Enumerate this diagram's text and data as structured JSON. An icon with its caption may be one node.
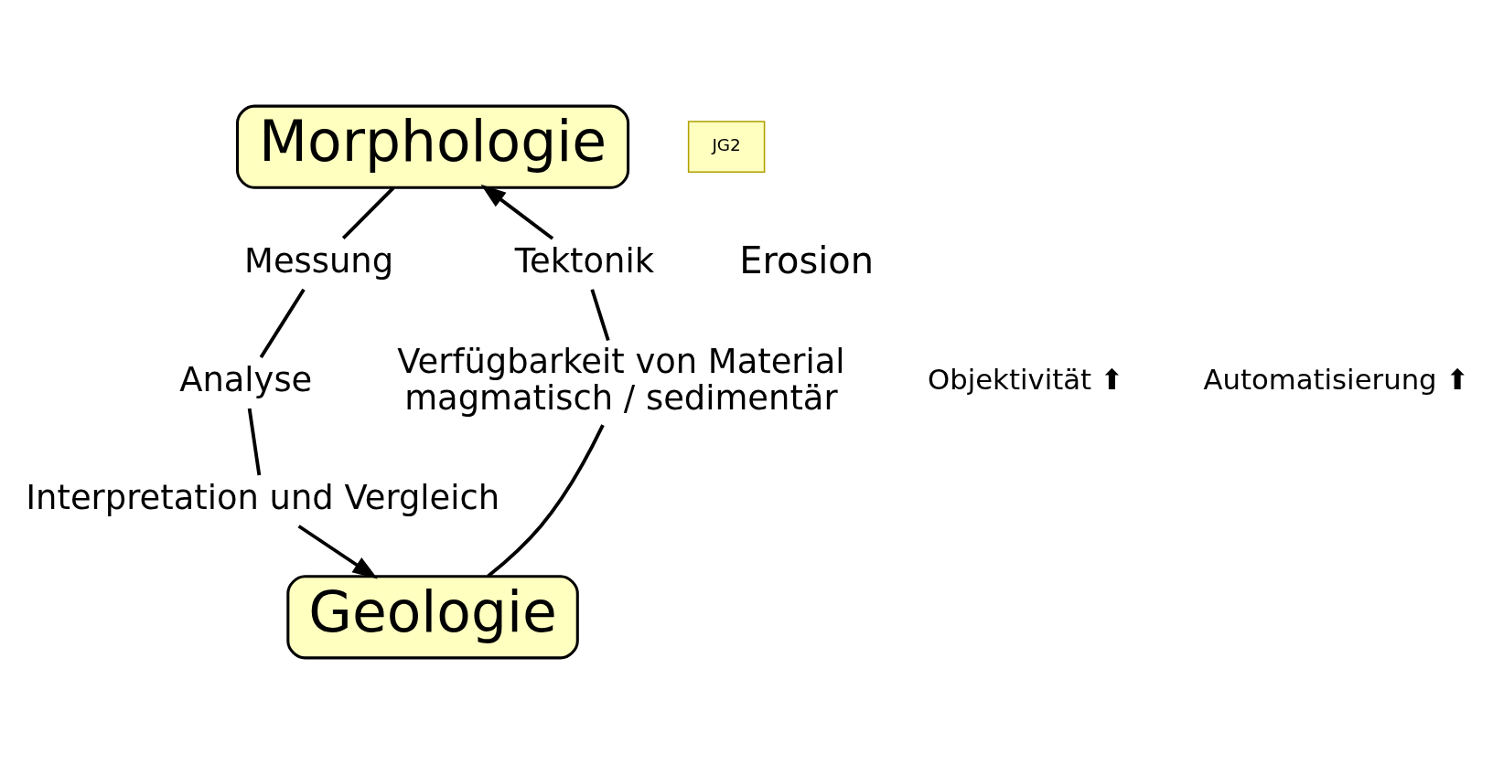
{
  "diagram": {
    "nodes": [
      {
        "text": [
          "Morphologie"
        ]
      },
      {
        "text": [
          "JG2"
        ]
      },
      {
        "text": [
          "Messung"
        ]
      },
      {
        "text": [
          "Tektonik"
        ]
      },
      {
        "text": [
          "Analyse"
        ]
      },
      {
        "text": [
          "Verfügbarkeit von Material",
          "magmatisch / sedimentär"
        ]
      },
      {
        "text": [
          "Interpretation und Vergleich"
        ]
      },
      {
        "text": [
          "Geologie"
        ]
      }
    ],
    "edges": [
      {
        "from": 0,
        "to": 2,
        "arrow": "none"
      },
      {
        "from": 2,
        "to": 4,
        "arrow": "none"
      },
      {
        "from": 4,
        "to": 6,
        "arrow": "none"
      },
      {
        "from": 6,
        "to": 7,
        "arrow": "to"
      },
      {
        "from": 7,
        "to": 5,
        "arrow": "none"
      },
      {
        "from": 5,
        "to": 3,
        "arrow": "none"
      },
      {
        "from": 3,
        "to": 0,
        "arrow": "to"
      }
    ],
    "labels": [
      "Erosion",
      "Objektivität ⬆",
      "Automatisierung ⬆"
    ]
  }
}
